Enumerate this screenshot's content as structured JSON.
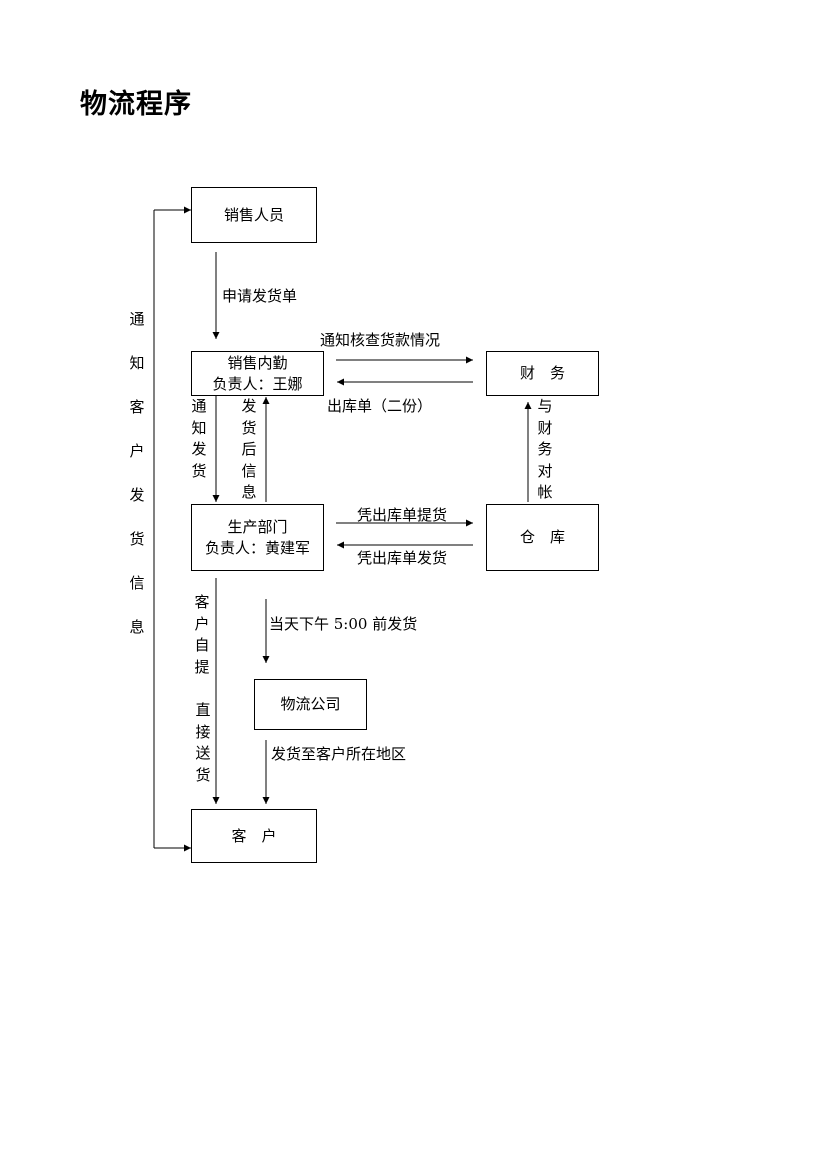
{
  "title": "物流程序",
  "nodes": {
    "sales_staff": "销售人员",
    "sales_office": {
      "name": "销售内勤",
      "owner": "负责人：王娜"
    },
    "finance": "财　务",
    "production": {
      "name": "生产部门",
      "owner": "负责人：黄建军"
    },
    "warehouse": "仓　库",
    "logistics_company": "物流公司",
    "customer": "客　户"
  },
  "edges": {
    "apply_delivery_order": "申请发货单",
    "notify_check_payment": "通知核查货款情况",
    "outbound_order_two_copies": "出库单（二份）",
    "notify_delivery": [
      "通",
      "知",
      "发",
      "货"
    ],
    "post_delivery_info": [
      "发",
      "货",
      "后",
      "信",
      "息"
    ],
    "reconcile_with_finance": [
      "与",
      "财",
      "务",
      "对",
      "帐"
    ],
    "pick_up_with_outbound_order": "凭出库单提货",
    "ship_with_outbound_order": "凭出库单发货",
    "customer_self_pickup": [
      "客",
      "户",
      "自",
      "提"
    ],
    "direct_delivery": [
      "直",
      "接",
      "送",
      "货"
    ],
    "ship_before_5pm": "当天下午 5:00 前发货",
    "ship_to_customer_region": "发货至客户所在地区",
    "notify_customer_delivery_info": [
      "通",
      "知",
      "客",
      "户",
      "发",
      "货",
      "信",
      "息"
    ]
  }
}
